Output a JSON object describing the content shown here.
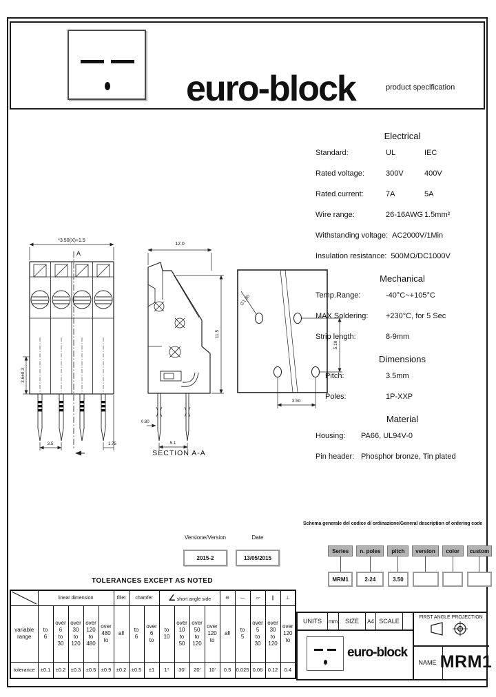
{
  "header": {
    "title": "euro-block",
    "subtitle": "product specification"
  },
  "drawings": {
    "front": {
      "dim_top": "*3.50(X)+1.5",
      "dim_left": "3.6±0.3",
      "dim_pitch": "3.5",
      "dim_end": "1.75",
      "section_marker": "A"
    },
    "section": {
      "dim_width": "12.0",
      "dim_height": "11.5",
      "dim_pin": "0.80",
      "dim_span": "5.1",
      "label": "SECTION A-A"
    },
    "pcb": {
      "dim_hole": "∅1.30",
      "dim_row": "5.10",
      "dim_col": "3.50"
    }
  },
  "specs": {
    "electrical": {
      "heading": "Electrical",
      "rows": [
        {
          "label": "Standard:",
          "v1": "UL",
          "v2": "IEC"
        },
        {
          "label": "Rated voltage:",
          "v1": "300V",
          "v2": "400V"
        },
        {
          "label": "Rated current:",
          "v1": "7A",
          "v2": "5A"
        },
        {
          "label": "Wire range:",
          "v1": "26-16AWG",
          "v2": "1.5mm²"
        },
        {
          "label": "Withstanding voltage:",
          "v1": "AC2000V/1Min",
          "v2": ""
        },
        {
          "label": "Insulation resistance:",
          "v1": "500MΩ/DC1000V",
          "v2": ""
        }
      ]
    },
    "mechanical": {
      "heading": "Mechanical",
      "rows": [
        {
          "label": "Temp.Range:",
          "v1": "-40°C~+105°C"
        },
        {
          "label": "MAX Soldering:",
          "v1": "+230°C, for 5 Sec"
        },
        {
          "label": "Strip length:",
          "v1": "8-9mm"
        }
      ]
    },
    "dimensions": {
      "heading": "Dimensions",
      "rows": [
        {
          "label": "Pitch:",
          "v1": "3.5mm"
        },
        {
          "label": "Poles:",
          "v1": "1P-XXP"
        }
      ]
    },
    "material": {
      "heading": "Material",
      "rows": [
        {
          "label": "Housing:",
          "v1": "PA66, UL94V-0"
        },
        {
          "label": "Pin header:",
          "v1": "Phosphor bronze, Tin plated"
        }
      ]
    }
  },
  "version_block": {
    "version_label": "Versione/Version",
    "version_value": "2015-2",
    "date_label": "Date",
    "date_value": "13/05/2015"
  },
  "ordering": {
    "title": "Schema generale del codice di ordinazione/General description of ordering code",
    "fields": [
      {
        "label": "Series",
        "value": "MRM1"
      },
      {
        "label": "n. poles",
        "value": "2-24"
      },
      {
        "label": "pitch",
        "value": "3.50"
      },
      {
        "label": "version",
        "value": ""
      },
      {
        "label": "color",
        "value": ""
      },
      {
        "label": "custom",
        "value": ""
      }
    ]
  },
  "tol": {
    "title": "TOLERANCES EXCEPT AS NOTED",
    "range_label": "variable\nrange",
    "tol_label": "tolerance",
    "g_linear": "linear dimension",
    "g_fillet": "fillet",
    "g_chamfer": "chamfer",
    "g_angle_sym": "∠",
    "g_angle": "short angle side",
    "g_sym1": "⊖",
    "g_sym2": "—",
    "g_sym3": "▱",
    "g_sym4": "∥",
    "g_sym5": "⊥",
    "ranges": [
      "to\n6",
      "over\n6\nto\n30",
      "over\n30\nto\n120",
      "over\n120\nto\n480",
      "over\n480\nto",
      "all",
      "to\n6",
      "over\n6\nto",
      "to\n10",
      "over\n10\nto\n50",
      "over\n50\nto\n120",
      "over\n120\nto",
      "all",
      "to\n5",
      "over\n5\nto\n30",
      "over\n30\nto\n120",
      "over\n120\nto"
    ],
    "tols": [
      "±0.1",
      "±0.2",
      "±0.3",
      "±0.5",
      "±0.9",
      "±0.2",
      "±0.5",
      "±1",
      "1°",
      "30'",
      "20'",
      "10'",
      "0.5",
      "0.025",
      "0.06",
      "0.12",
      "0.4"
    ]
  },
  "titleblock": {
    "units_label": "UNITS",
    "units_value": "mm",
    "size_label": "SIZE",
    "size_value": "A4",
    "scale_label": "SCALE",
    "projection": "FIRST ANGLE PROJECTION",
    "brand": "euro-block",
    "name_label": "NAME",
    "name_value": "MRM1"
  }
}
